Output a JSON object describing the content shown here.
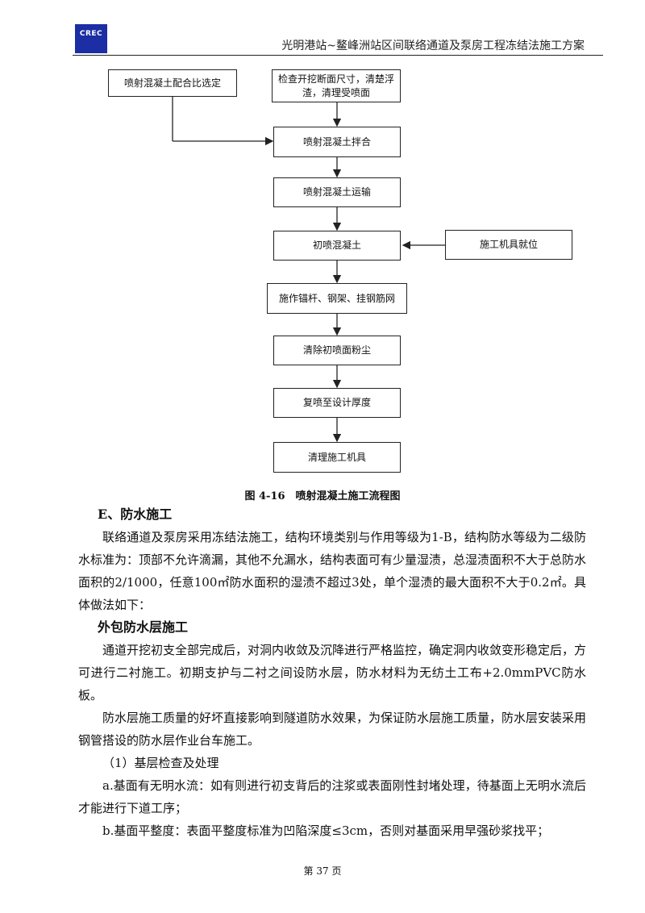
{
  "header": {
    "logo_text": "CREC",
    "title": "光明港站~鳌峰洲站区间联络通道及泵房工程冻结法施工方案"
  },
  "flowchart": {
    "side_left": "喷射混凝土配合比选定",
    "top_check": "检查开挖断面尺寸，清楚浮渣，清理受喷面",
    "steps": [
      "喷射混凝土拌合",
      "喷射混凝土运输",
      "初喷混凝土",
      "施作锚杆、钢架、挂钢筋网",
      "清除初喷面粉尘",
      "复喷至设计厚度",
      "清理施工机具"
    ],
    "side_right": "施工机具就位"
  },
  "caption": "图 4-16　喷射混凝土施工流程图",
  "content": {
    "section_e": "E、防水施工",
    "para1": "联络通道及泵房采用冻结法施工，结构环境类别与作用等级为1-B，结构防水等级为二级防水标准为：顶部不允许滴漏，其他不允漏水，结构表面可有少量湿渍，总湿渍面积不大于总防水面积的2/1000，任意100㎡防水面积的湿渍不超过3处，单个湿渍的最大面积不大于0.2㎡。具体做法如下：",
    "sub_heading": "外包防水层施工",
    "para2": "通道开挖初支全部完成后，对洞内收敛及沉降进行严格监控，确定洞内收敛变形稳定后，方可进行二衬施工。初期支护与二衬之间设防水层，防水材料为无纺土工布+2.0mmPVC防水板。",
    "para3": "防水层施工质量的好坏直接影响到隧道防水效果，为保证防水层施工质量，防水层安装采用钢管搭设的防水层作业台车施工。",
    "item1": "（1）基层检查及处理",
    "item_a": "a.基面有无明水流：如有则进行初支背后的注浆或表面刚性封堵处理，待基面上无明水流后才能进行下道工序；",
    "item_b": "b.基面平整度：表面平整度标准为凹陷深度≤3cm，否则对基面采用早强砂浆找平；"
  },
  "footer": {
    "page": "第 37 页"
  }
}
